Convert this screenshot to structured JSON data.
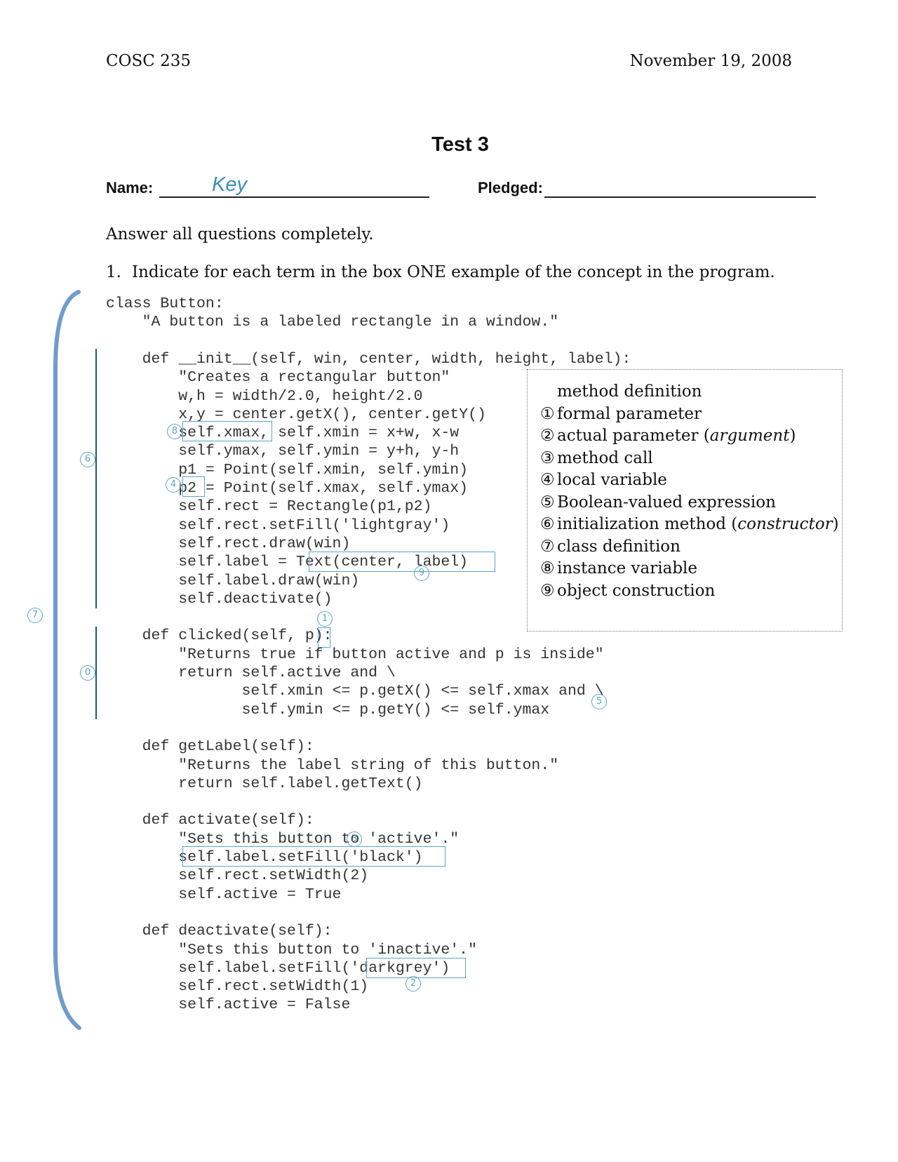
{
  "header": {
    "course": "COSC 235",
    "date": "November 19, 2008",
    "title": "Test 3"
  },
  "fields": {
    "name_label": "Name:",
    "name_value": "Key",
    "pledged_label": "Pledged:"
  },
  "instructions": "Answer all questions completely.",
  "question1": {
    "number": "1.",
    "text": "Indicate for each term in the box ONE example of the concept in the program."
  },
  "code": [
    "class Button:",
    "    \"A button is a labeled rectangle in a window.\"",
    "",
    "    def __init__(self, win, center, width, height, label):",
    "        \"Creates a rectangular button\"",
    "        w,h = width/2.0, height/2.0",
    "        x,y = center.getX(), center.getY()",
    "        self.xmax, self.xmin = x+w, x-w",
    "        self.ymax, self.ymin = y+h, y-h",
    "        p1 = Point(self.xmin, self.ymin)",
    "        p2 = Point(self.xmax, self.ymax)",
    "        self.rect = Rectangle(p1,p2)",
    "        self.rect.setFill('lightgray')",
    "        self.rect.draw(win)",
    "        self.label = Text(center, label)",
    "        self.label.draw(win)",
    "        self.deactivate()",
    "",
    "    def clicked(self, p):",
    "        \"Returns true if button active and p is inside\"",
    "        return self.active and \\",
    "               self.xmin <= p.getX() <= self.xmax and \\",
    "               self.ymin <= p.getY() <= self.ymax",
    "",
    "    def getLabel(self):",
    "        \"Returns the label string of this button.\"",
    "        return self.label.getText()",
    "",
    "    def activate(self):",
    "        \"Sets this button to 'active'.\"",
    "        self.label.setFill('black')",
    "        self.rect.setWidth(2)",
    "        self.active = True",
    "",
    "    def deactivate(self):",
    "        \"Sets this button to 'inactive'.\"",
    "        self.label.setFill('darkgrey')",
    "        self.rect.setWidth(1)",
    "        self.active = False"
  ],
  "terms": [
    {
      "num": "",
      "text": "method definition"
    },
    {
      "num": "①",
      "text": "formal parameter"
    },
    {
      "num": "②",
      "text": "actual parameter (",
      "em": "argument",
      "tail": ")"
    },
    {
      "num": "③",
      "text": "method call"
    },
    {
      "num": "④",
      "text": "local variable"
    },
    {
      "num": "⑤",
      "text": "Boolean-valued expression"
    },
    {
      "num": "⑥",
      "text": "initialization method (",
      "em": "constructor",
      "tail": ")"
    },
    {
      "num": "⑦",
      "text": "class definition"
    },
    {
      "num": "⑧",
      "text": "instance variable"
    },
    {
      "num": "⑨",
      "text": "object construction"
    }
  ],
  "annotations": {
    "n0": "0",
    "n1": "1",
    "n2": "2",
    "n3": "3",
    "n4": "4",
    "n5": "5",
    "n6": "6",
    "n7": "7",
    "n8": "8",
    "n9": "9"
  },
  "colors": {
    "annotation": "#5aa7bf",
    "brace": "#6e9ccc",
    "bar": "#235a63",
    "key": "#3b8fb7"
  }
}
